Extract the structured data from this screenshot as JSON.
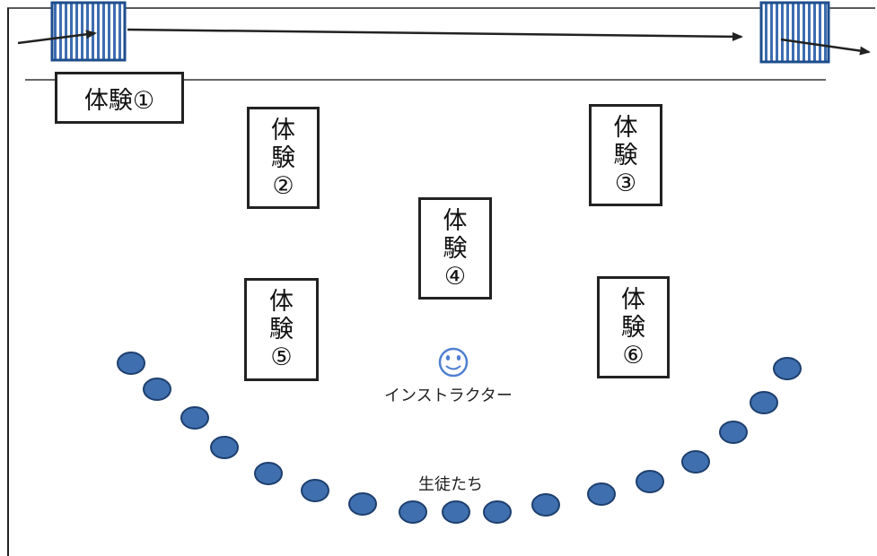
{
  "diagram": {
    "stations": [
      {
        "id": 1,
        "label": "体験①",
        "vertical": [
          "体験①"
        ]
      },
      {
        "id": 2,
        "label": "体験②",
        "vertical": [
          "体",
          "験",
          "②"
        ]
      },
      {
        "id": 3,
        "label": "体験③",
        "vertical": [
          "体",
          "験",
          "③"
        ]
      },
      {
        "id": 4,
        "label": "体験④",
        "vertical": [
          "体",
          "験",
          "④"
        ]
      },
      {
        "id": 5,
        "label": "体験⑤",
        "vertical": [
          "体",
          "験",
          "⑤"
        ]
      },
      {
        "id": 6,
        "label": "体験⑥",
        "vertical": [
          "体",
          "験",
          "⑥"
        ]
      }
    ],
    "instructor_label": "インストラクター",
    "students_label": "生徒たち",
    "student_count": 17,
    "colors": {
      "door_fill": "#3d6db0",
      "door_stripe": "#ffffff",
      "student_fill": "#3f6fae",
      "student_edge": "#1e3f6e",
      "instructor": "#4f7fd0",
      "line": "#222222"
    }
  }
}
